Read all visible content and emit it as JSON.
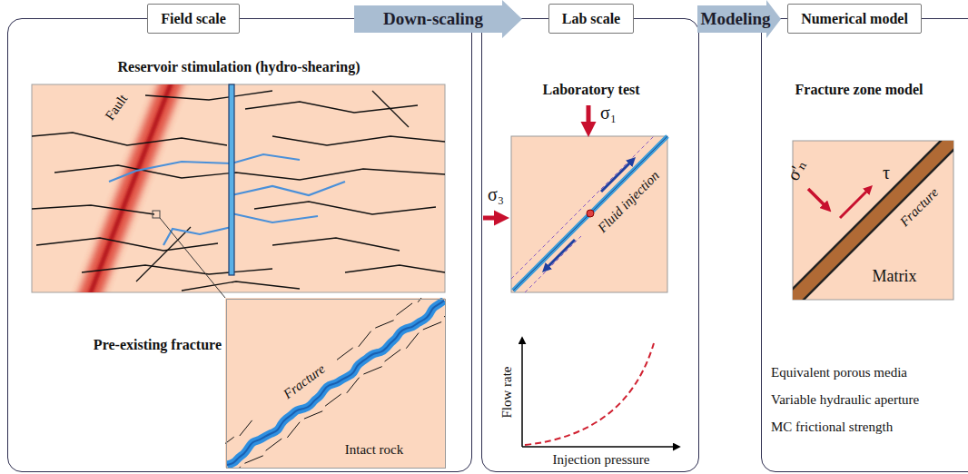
{
  "diagram": {
    "nodes": [
      {
        "text": [
          "Field scale",
          "Reservoir stimulation (hydro-shearing)"
        ]
      },
      {
        "text": [
          "Pre-existing fracture"
        ],
        "in": 0
      },
      {
        "text": [
          "Lab scale",
          "Laboratory test"
        ]
      },
      {
        "text": [
          "Numerical model",
          "Fracture zone model",
          "Equivalent porous media",
          "Variable hydraulic aperture",
          "MC frictional strength"
        ]
      }
    ],
    "edges": [
      {
        "from": 0,
        "to": 2,
        "arrow": "to",
        "label": "Down-scaling"
      },
      {
        "from": 2,
        "to": 3,
        "arrow": "to",
        "label": "Modeling"
      }
    ],
    "labels": [
      "Fault",
      "Fracture",
      "Intact rock",
      "σ₁",
      "σ₃",
      "Fluid injection",
      "Flow rate",
      "Injection pressure",
      "σ'ₙ",
      "τ",
      "Fracture",
      "Matrix"
    ]
  }
}
